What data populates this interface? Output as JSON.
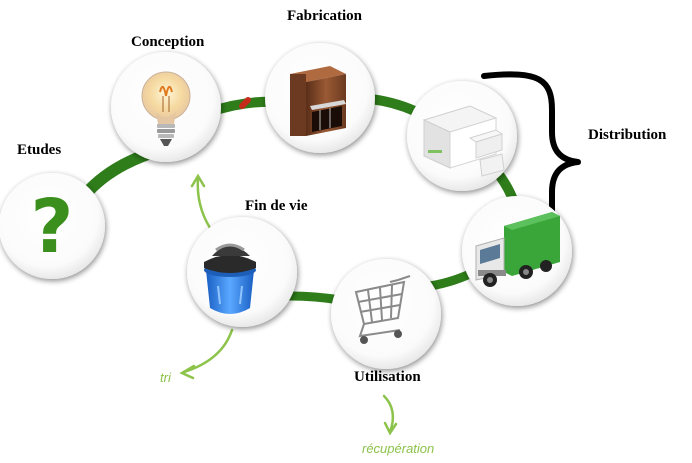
{
  "stages": {
    "etudes": "Etudes",
    "conception": "Conception",
    "fabrication": "Fabrication",
    "distribution": "Distribution",
    "utilisation": "Utilisation",
    "fin_de_vie": "Fin de vie"
  },
  "annotations": {
    "tri": "tri",
    "recuperation": "récupération"
  },
  "icons": {
    "etudes": "question-mark-icon",
    "conception": "light-bulb-icon",
    "fabrication": "factory-cabinet-icon",
    "distribution_warehouse": "boxes-icon",
    "distribution_transport": "truck-icon",
    "utilisation": "shopping-cart-icon",
    "fin_de_vie": "trash-bin-icon"
  },
  "colors": {
    "path_green": "#2e7d1a",
    "arrow_green": "#8cc34a",
    "question_mark": "#3b8f1c",
    "truck_cargo": "#3aa63a",
    "bin_blue": "#2f7fe0"
  }
}
